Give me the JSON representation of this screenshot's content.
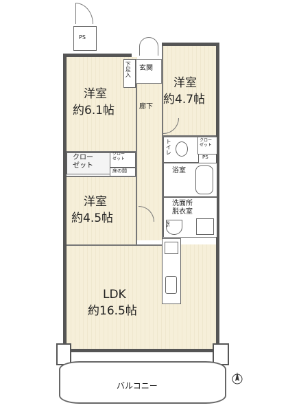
{
  "rooms": {
    "west_bedroom": {
      "name": "洋室",
      "size": "約6.1帖"
    },
    "east_bedroom": {
      "name": "洋室",
      "size": "約4.7帖"
    },
    "mid_bedroom": {
      "name": "洋室",
      "size": "約4.5帖"
    },
    "ldk": {
      "name": "LDK",
      "size": "約16.5帖"
    },
    "entrance": "玄関",
    "shoe_storage": "下足入",
    "corridor": "廊下",
    "closet_main": "クロー\nゼット",
    "closet_small": "クロー\nゼット",
    "closet_toilet": "クロー\nゼット",
    "tokonoma": "床の間",
    "toilet": "トイレ",
    "bathroom": "浴室",
    "washroom": "洗面所\n脱衣室",
    "balcony": "バルコニー"
  },
  "ps_labels": {
    "top": "PS",
    "right": "PS",
    "kitchen": "PS"
  },
  "colors": {
    "floor": "#f6efd9",
    "wall": "#555555",
    "line": "#777777"
  },
  "compass": "north-arrow-icon"
}
